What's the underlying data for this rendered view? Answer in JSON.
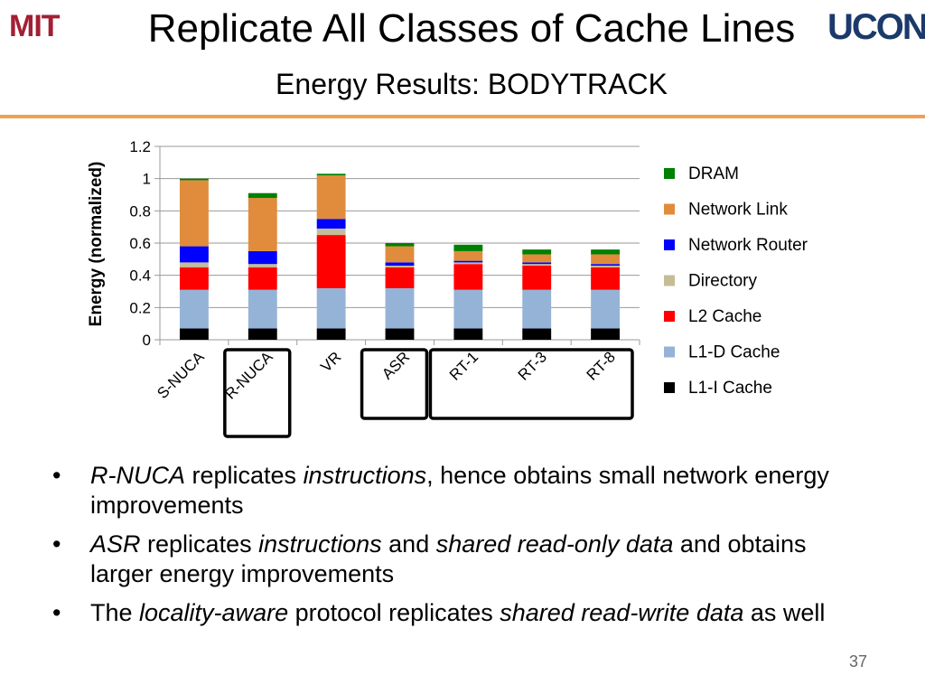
{
  "header": {
    "title": "Replicate All Classes of Cache Lines",
    "subtitle": "Energy Results: BODYTRACK",
    "logo_left": "MIT",
    "logo_right": "UCONN"
  },
  "chart_data": {
    "type": "bar",
    "stacked": true,
    "categories": [
      "S-NUCA",
      "R-NUCA",
      "VR",
      "ASR",
      "RT-1",
      "RT-3",
      "RT-8"
    ],
    "ylabel": "Energy (normalized)",
    "xlabel": "",
    "ylim": [
      0,
      1.2
    ],
    "yticks": [
      "0",
      "0.2",
      "0.4",
      "0.6",
      "0.8",
      "1",
      "1.2"
    ],
    "grid": true,
    "legend_position": "right",
    "series": [
      {
        "name": "L1-I Cache",
        "color": "#000000",
        "values": [
          0.07,
          0.07,
          0.07,
          0.07,
          0.07,
          0.07,
          0.07
        ]
      },
      {
        "name": "L1-D Cache",
        "color": "#95b3d7",
        "values": [
          0.24,
          0.24,
          0.25,
          0.25,
          0.24,
          0.24,
          0.24
        ]
      },
      {
        "name": "L2 Cache",
        "color": "#ff0000",
        "values": [
          0.14,
          0.14,
          0.33,
          0.13,
          0.16,
          0.15,
          0.14
        ]
      },
      {
        "name": "Directory",
        "color": "#c4bd97",
        "values": [
          0.03,
          0.02,
          0.04,
          0.01,
          0.01,
          0.01,
          0.01
        ]
      },
      {
        "name": "Network Router",
        "color": "#0000ff",
        "values": [
          0.1,
          0.08,
          0.06,
          0.02,
          0.01,
          0.01,
          0.01
        ]
      },
      {
        "name": "Network Link",
        "color": "#e08c3c",
        "values": [
          0.41,
          0.33,
          0.27,
          0.1,
          0.06,
          0.05,
          0.06
        ]
      },
      {
        "name": "DRAM",
        "color": "#008000",
        "values": [
          0.01,
          0.03,
          0.01,
          0.02,
          0.04,
          0.03,
          0.03
        ]
      }
    ],
    "highlight_groups": [
      [
        "R-NUCA"
      ],
      [
        "ASR"
      ],
      [
        "RT-1",
        "RT-3",
        "RT-8"
      ]
    ]
  },
  "bullets": [
    {
      "parts": [
        {
          "t": "R-NUCA",
          "i": true
        },
        {
          "t": " replicates ",
          "i": false
        },
        {
          "t": "instructions",
          "i": true
        },
        {
          "t": ", hence obtains small network energy improvements",
          "i": false
        }
      ]
    },
    {
      "parts": [
        {
          "t": "ASR",
          "i": true
        },
        {
          "t": " replicates ",
          "i": false
        },
        {
          "t": "instructions",
          "i": true
        },
        {
          "t": " and ",
          "i": false
        },
        {
          "t": "shared read-only data",
          "i": true
        },
        {
          "t": " and obtains larger energy improvements",
          "i": false
        }
      ]
    },
    {
      "parts": [
        {
          "t": "The ",
          "i": false
        },
        {
          "t": "locality-aware",
          "i": true
        },
        {
          "t": " protocol replicates ",
          "i": false
        },
        {
          "t": "shared read-write data",
          "i": true
        },
        {
          "t": " as well",
          "i": false
        }
      ]
    }
  ],
  "footer": {
    "page_number": "37"
  }
}
